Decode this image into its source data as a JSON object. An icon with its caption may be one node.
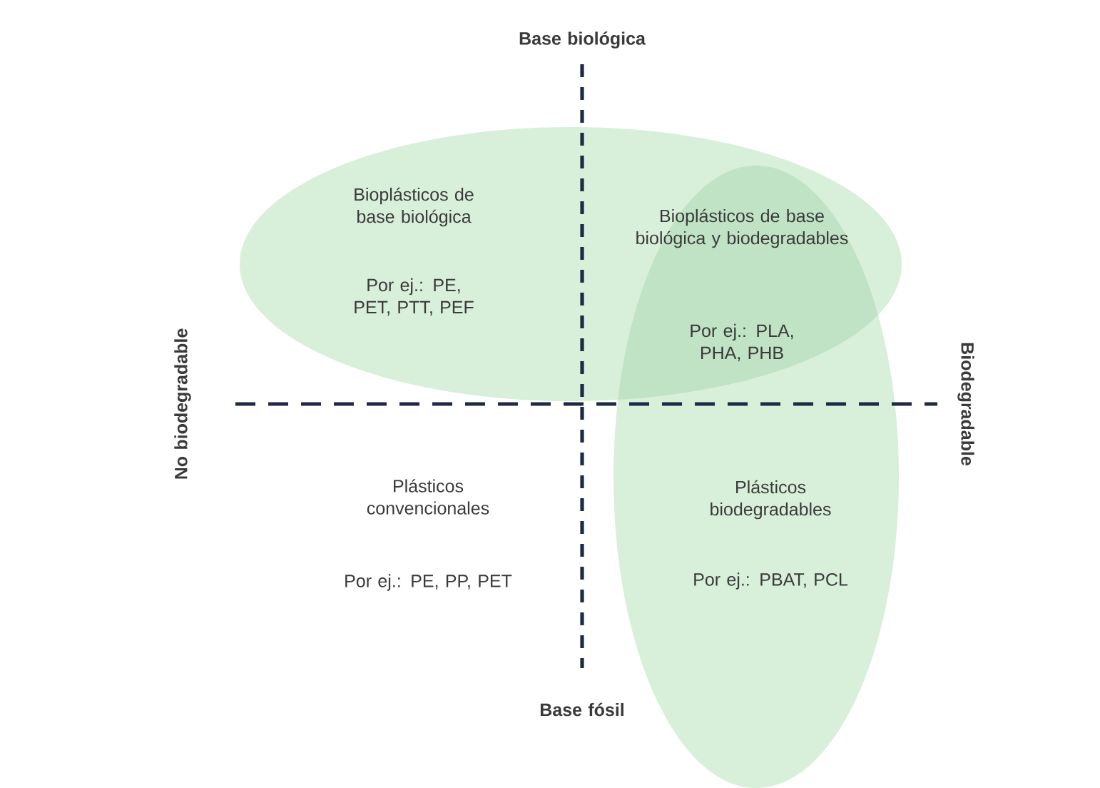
{
  "diagram": {
    "nodes": [
      {
        "text": [
          "Bioplásticos de base biológica",
          "Por ej.: PE, PET, PTT, PEF"
        ]
      },
      {
        "text": [
          "Plásticos biodegradables",
          "Por ej.: PBAT, PCL"
        ]
      }
    ],
    "labels": [
      "Base biológica",
      "No biodegradable",
      "Bioplásticos de base biológica y biodegradables",
      "Por ej.: PLA, PHA, PHB",
      "Biodegradable",
      "Plásticos convencionales",
      "Por ej.: PE, PP, PET",
      "Base fósil"
    ]
  }
}
